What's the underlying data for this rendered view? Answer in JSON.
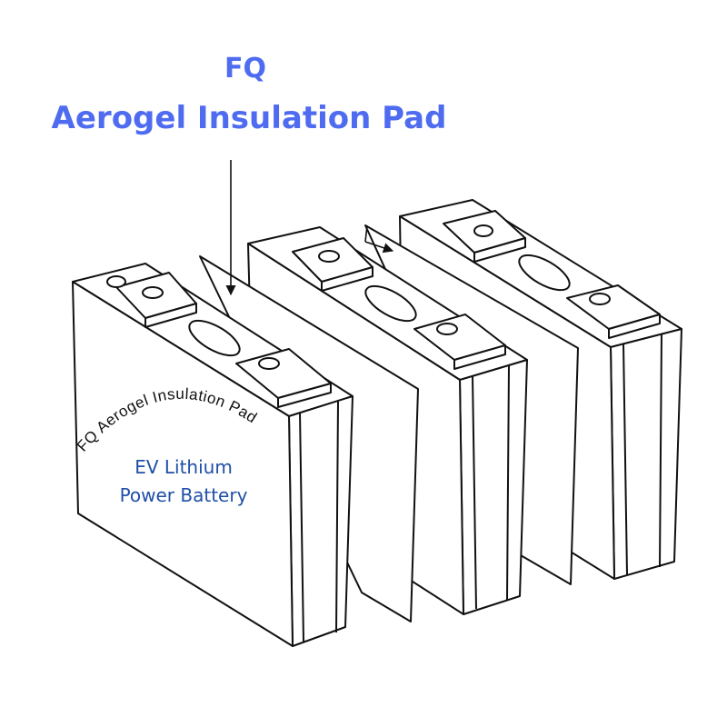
{
  "header": {
    "brand": "FQ",
    "product": "Aerogel Insulation Pad"
  },
  "front_cell": {
    "arc_label": "FQ  Aerogel Insulation Pad",
    "line1": "EV Lithium",
    "line2": "Power Battery"
  },
  "colors": {
    "title": "#4f6cf0",
    "battery_text": "#1f4fa8",
    "outline": "#111111"
  }
}
